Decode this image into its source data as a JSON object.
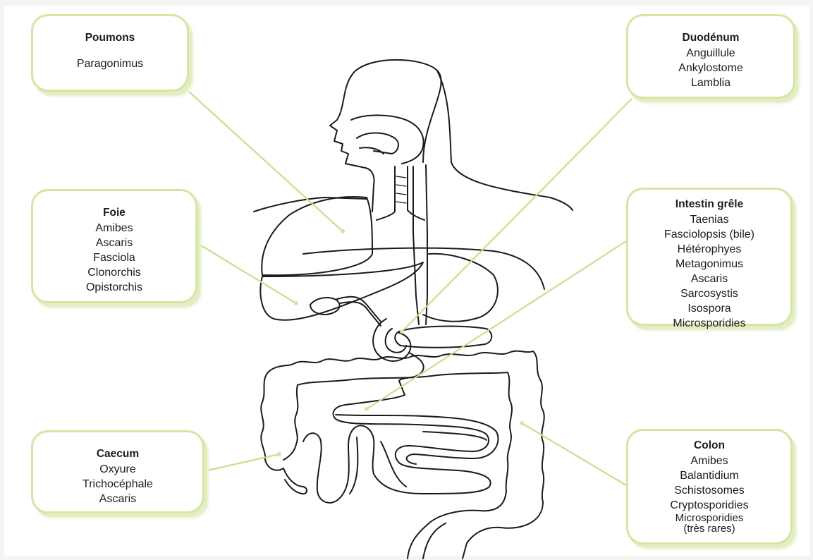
{
  "boxes": {
    "poumons": {
      "title": "Poumons",
      "items": [
        "Paragonimus"
      ]
    },
    "foie": {
      "title": "Foie",
      "items": [
        "Amibes",
        "Ascaris",
        "Fasciola",
        "Clonorchis",
        "Opistorchis"
      ]
    },
    "caecum": {
      "title": "Caecum",
      "items": [
        "Oxyure",
        "Trichocéphale",
        "Ascaris"
      ]
    },
    "duodenum": {
      "title": "Duodénum",
      "items": [
        "Anguillule",
        "Ankylostome",
        "Lamblia"
      ]
    },
    "intestin": {
      "title": "Intestin grêle",
      "items": [
        "Taenias",
        "Fasciolopsis (bile)",
        "Hétérophyes",
        "Metagonimus",
        "Ascaris",
        "Sarcosystis",
        "Isospora",
        "Microsporidies"
      ]
    },
    "colon": {
      "title": "Colon",
      "items": [
        "Amibes",
        "Balantidium",
        "Schistosomes",
        "Cryptosporidies",
        "Microsporidies",
        "(très rares)"
      ]
    }
  },
  "colors": {
    "box_border": "#d4e6a4",
    "leader_line": "#c9de8e",
    "anatomy_stroke": "#1a1a1a",
    "background": "#ffffff"
  }
}
